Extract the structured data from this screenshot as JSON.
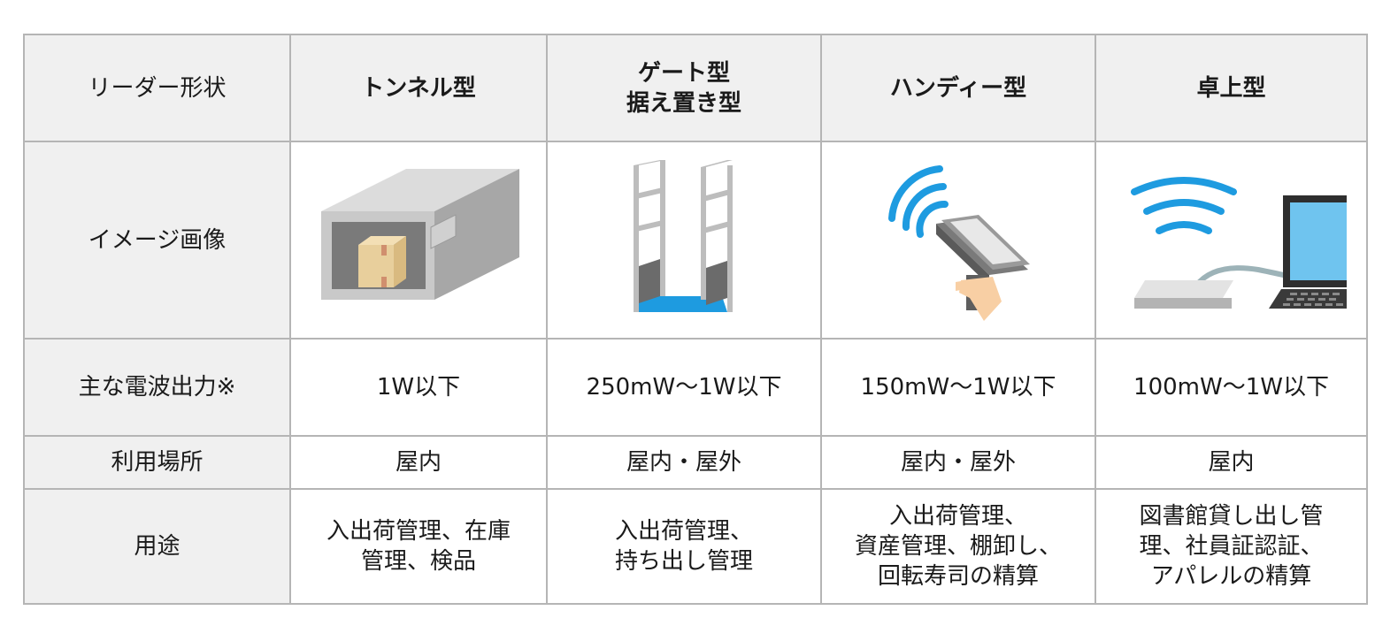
{
  "table": {
    "header": {
      "row_label": "リーダー形状",
      "columns": [
        "トンネル型",
        "ゲート型\n据え置き型",
        "ハンディー型",
        "卓上型"
      ]
    },
    "rows": {
      "image": {
        "label": "イメージ画像",
        "icons": [
          "tunnel-reader-icon",
          "gate-reader-icon",
          "handheld-reader-icon",
          "desktop-reader-icon"
        ]
      },
      "power": {
        "label": "主な電波出力※",
        "values": [
          "1W以下",
          "250mW～1W以下",
          "150mW～1W以下",
          "100mW～1W以下"
        ]
      },
      "location": {
        "label": "利用場所",
        "values": [
          "屋内",
          "屋内・屋外",
          "屋内・屋外",
          "屋内"
        ]
      },
      "usage": {
        "label": "用途",
        "values": [
          "入出荷管理、在庫\n管理、検品",
          "入出荷管理、\n持ち出し管理",
          "入出荷管理、\n資産管理、棚卸し、\n回転寿司の精算",
          "図書館貸し出し管\n理、社員証認証、\nアパレルの精算"
        ]
      }
    }
  },
  "colors": {
    "header_bg": "#f0f0f0",
    "border": "#b5b5b5",
    "wave_blue": "#1e9be0",
    "gate_floor_blue": "#1e9be0",
    "box_tan": "#e8cf9c",
    "skin": "#f8cfa4"
  }
}
